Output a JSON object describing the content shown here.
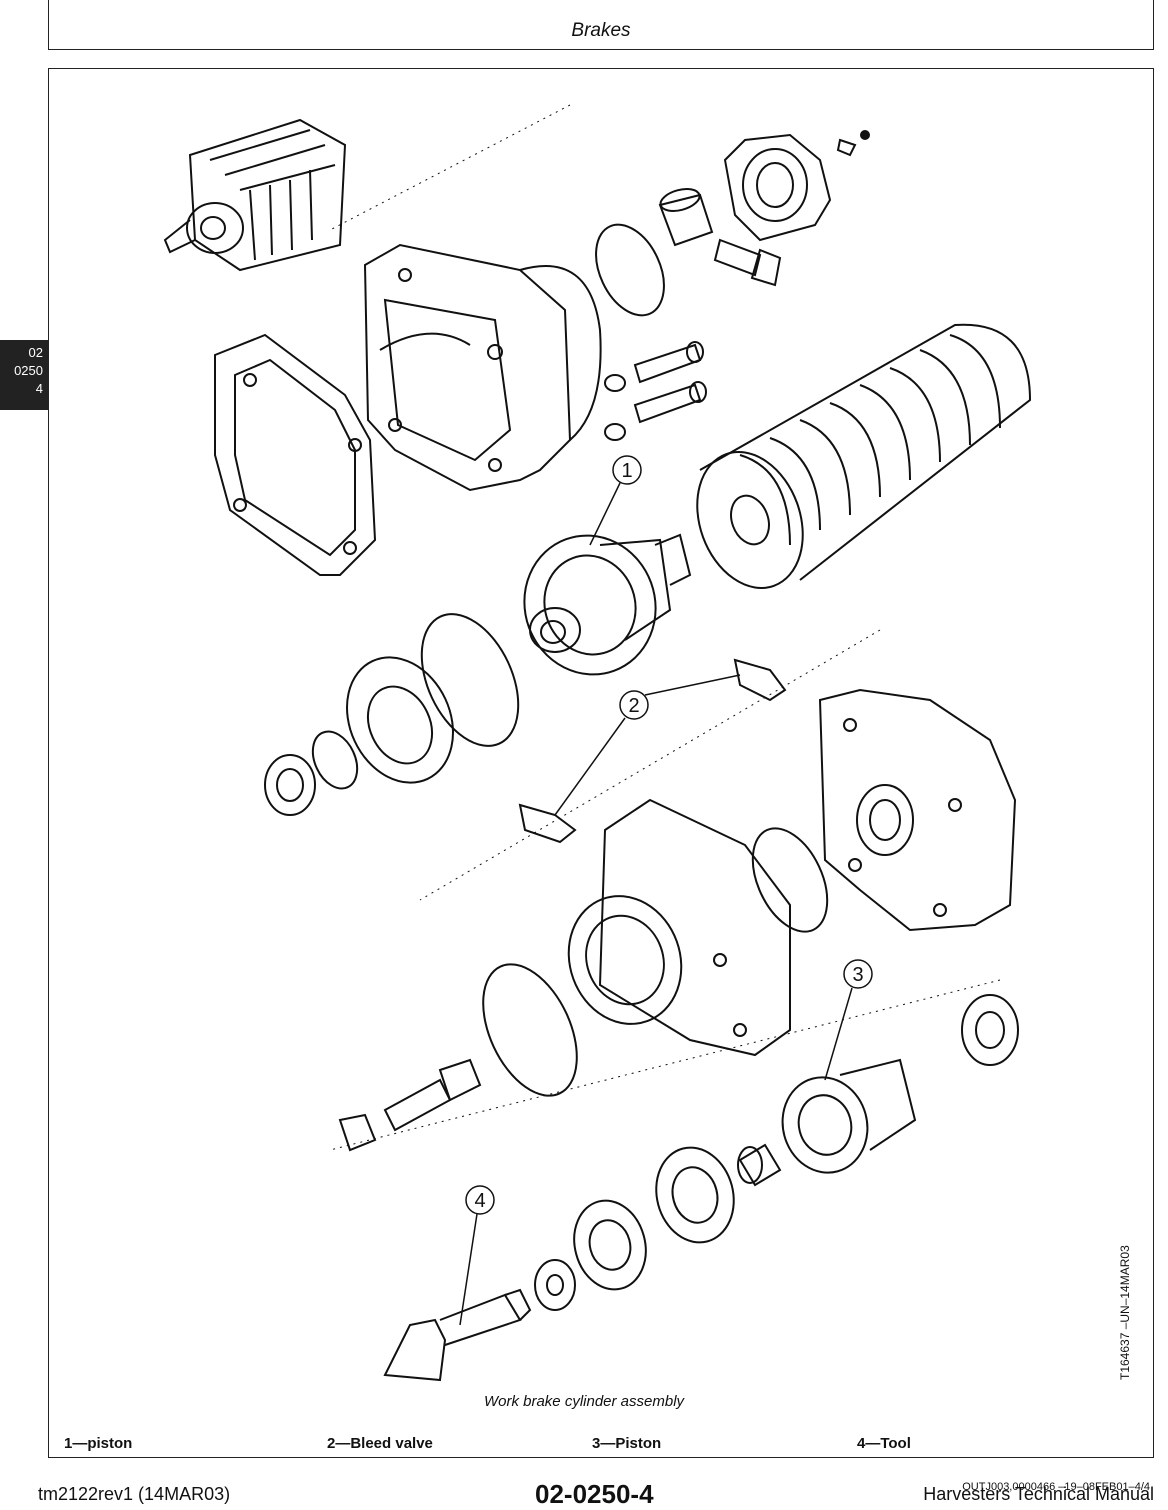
{
  "header": {
    "title": "Brakes"
  },
  "side_tab": {
    "line1": "02",
    "line2": "0250",
    "line3": "4"
  },
  "figure": {
    "code": "T164637   –UN–14MAR03",
    "caption": "Work brake cylinder assembly",
    "callouts": [
      "1",
      "2",
      "3",
      "4"
    ]
  },
  "legend": [
    {
      "label": "1—piston"
    },
    {
      "label": "2—Bleed valve"
    },
    {
      "label": "3—Piston"
    },
    {
      "label": "4—Tool"
    }
  ],
  "reference_code": "OUTJ003,0000466    –19–08FEB01–4/4",
  "footer": {
    "left": "tm2122rev1 (14MAR03)",
    "center": "02-0250-4",
    "right": "Harvesters Technical Manual"
  }
}
